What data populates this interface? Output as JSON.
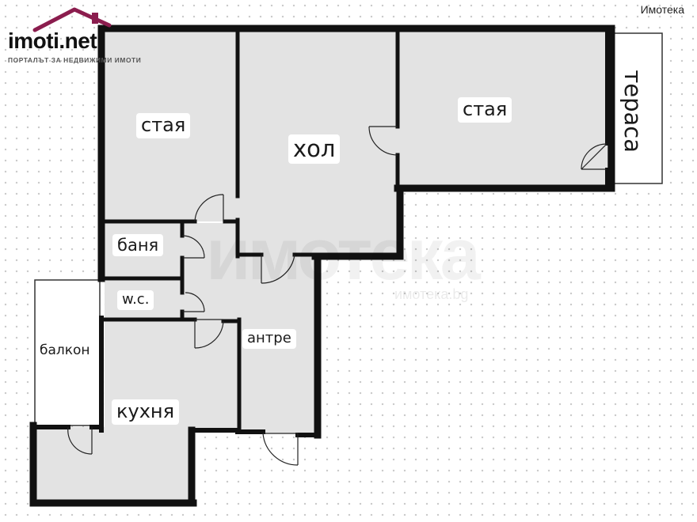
{
  "logo": {
    "name": "imoti.net",
    "tagline": "ПОРТАЛЪТ ЗА НЕДВИЖИМИ ИМОТИ",
    "accent_color": "#8b1d4e"
  },
  "brand": "Имотека",
  "watermark": {
    "text": "имотека",
    "sub": "имотека.bg"
  },
  "rooms": [
    {
      "id": "room-1",
      "label": "стая"
    },
    {
      "id": "living-room",
      "label": "хол"
    },
    {
      "id": "room-2",
      "label": "стая"
    },
    {
      "id": "terrace",
      "label": "тераса"
    },
    {
      "id": "bathroom",
      "label": "баня"
    },
    {
      "id": "wc",
      "label": "w.c."
    },
    {
      "id": "hallway",
      "label": "антре"
    },
    {
      "id": "balcony",
      "label": "балкон"
    },
    {
      "id": "kitchen",
      "label": "кухня"
    }
  ],
  "colors": {
    "wall": "#111111",
    "floor": "#e3e3e3",
    "outdoor": "#ffffff"
  }
}
